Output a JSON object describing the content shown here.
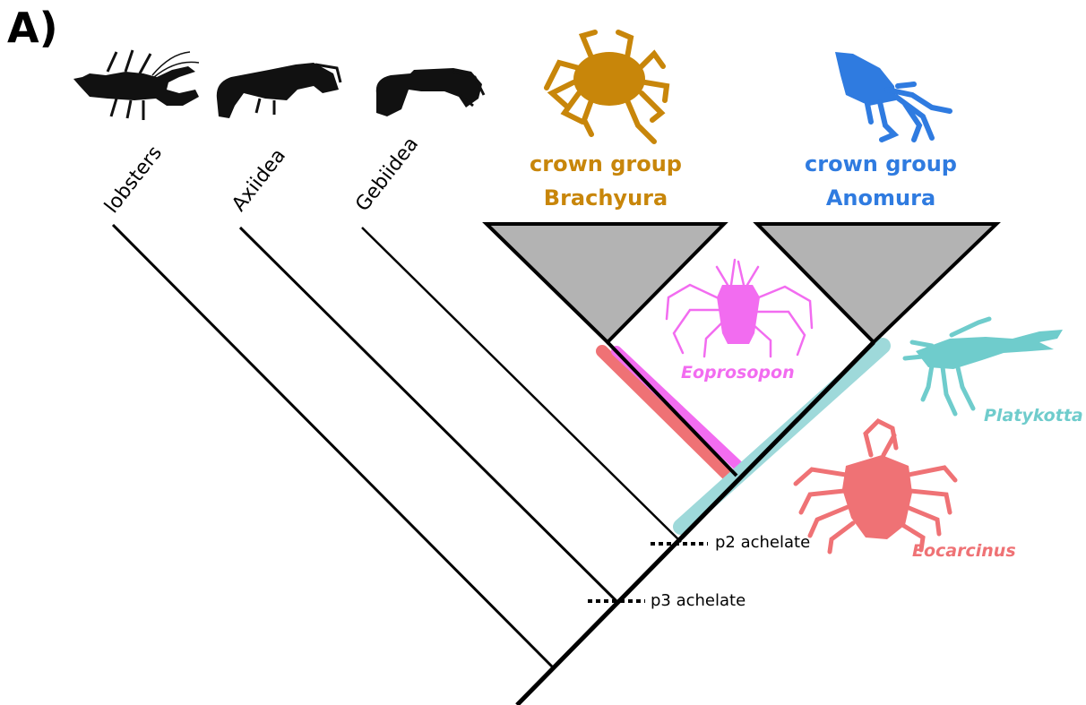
{
  "panel_label": "A)",
  "taxa": [
    {
      "id": "lobsters",
      "label": "lobsters"
    },
    {
      "id": "axiidea",
      "label": "Axiidea"
    },
    {
      "id": "gebiidea",
      "label": "Gebiidea"
    }
  ],
  "crown_groups": {
    "brachyura": {
      "line1": "crown group",
      "line2": "Brachyura",
      "color": "#C8860A"
    },
    "anomura": {
      "line1": "crown group",
      "line2": "Anomura",
      "color": "#2F7BE0"
    }
  },
  "fossils": {
    "eoprosopon": {
      "label": "Eoprosopon",
      "color": "#F26CF0"
    },
    "platykotta": {
      "label": "Platykotta",
      "color": "#6FCCCC"
    },
    "eocarcinus": {
      "label": "Eocarcinus",
      "color": "#EF7275"
    }
  },
  "characters": [
    {
      "id": "p2",
      "label": "p2 achelate"
    },
    {
      "id": "p3",
      "label": "p3 achelate"
    }
  ],
  "colors": {
    "branch": "#000000",
    "clade_fill": "#B3B3B3"
  }
}
